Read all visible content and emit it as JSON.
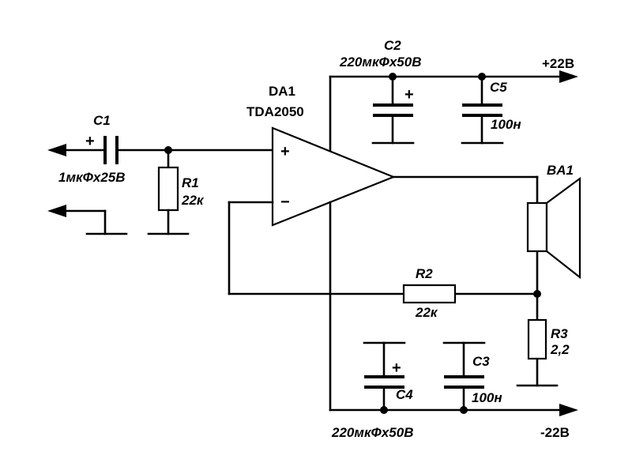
{
  "opamp": {
    "ref": "DA1",
    "part": "TDA2050",
    "plus": "+",
    "minus": "−"
  },
  "c1": {
    "ref": "C1",
    "value": "1мкФх25В",
    "polarity": "+"
  },
  "r1": {
    "ref": "R1",
    "value": "22к"
  },
  "c2": {
    "ref": "C2",
    "value": "220мкФх50В",
    "polarity": "+"
  },
  "c5": {
    "ref": "C5",
    "value": "100н"
  },
  "r2": {
    "ref": "R2",
    "value": "22к"
  },
  "r3": {
    "ref": "R3",
    "value": "2,2"
  },
  "c4": {
    "ref": "C4",
    "value": "220мкФх50В",
    "polarity": "+"
  },
  "c3": {
    "ref": "C3",
    "value": "100н"
  },
  "speaker": {
    "ref": "BA1"
  },
  "rails": {
    "positive": "+22В",
    "negative": "-22В"
  }
}
